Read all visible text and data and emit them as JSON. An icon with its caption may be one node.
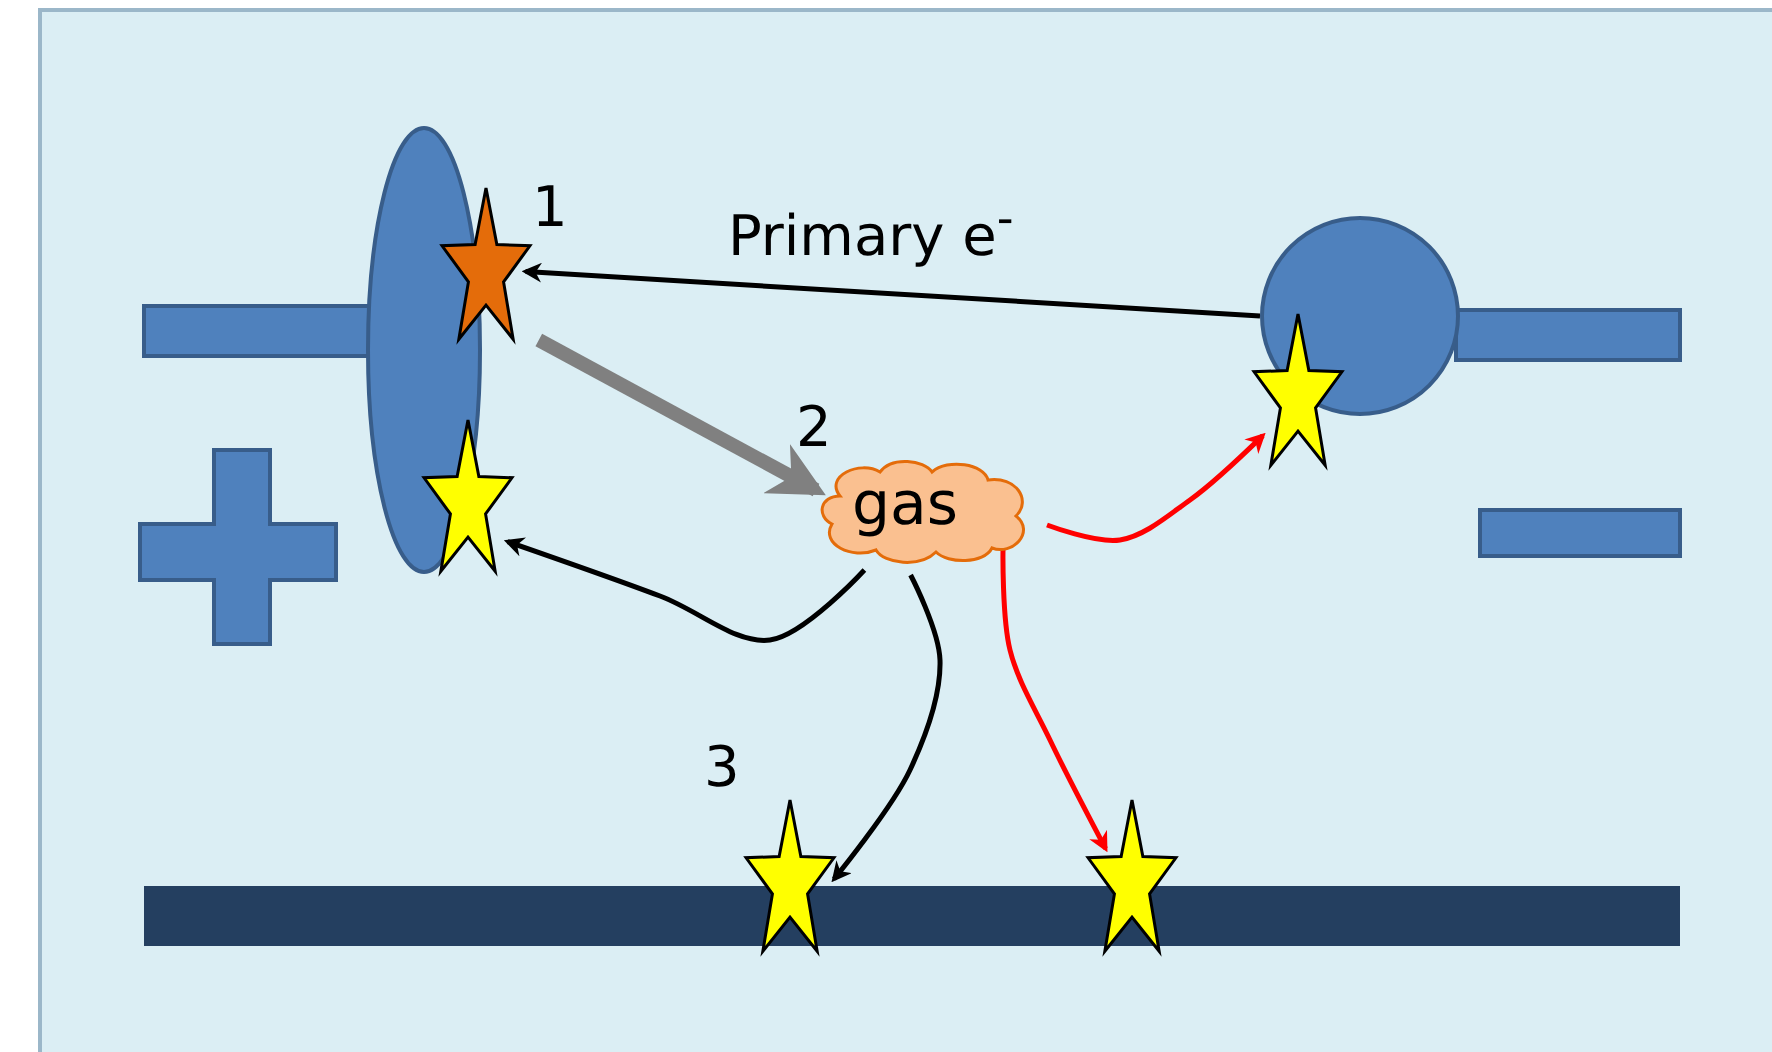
{
  "diagram": {
    "nodes": [
      {
        "text": [],
        "shape": "star"
      },
      {
        "text": [],
        "shape": "circle"
      },
      {
        "text": [
          "gas"
        ]
      },
      {
        "text": [],
        "shape": "star"
      },
      {
        "text": [],
        "shape": "star"
      },
      {
        "text": [],
        "shape": "star"
      },
      {
        "text": [],
        "shape": "star"
      }
    ],
    "edges": [
      {
        "from": 1,
        "to": 0,
        "arrow": "to",
        "label": "Primary e$^{-}$"
      },
      {
        "from": 0,
        "to": 2,
        "arrow": "to",
        "style": "thick",
        "color": "#808080"
      },
      {
        "from": 2,
        "to": 3,
        "arrow": "to"
      },
      {
        "from": 2,
        "to": 5,
        "arrow": "to"
      },
      {
        "from": 2,
        "to": 4,
        "arrow": "to",
        "color": "#ff0000"
      },
      {
        "from": 2,
        "to": 6,
        "arrow": "to",
        "color": "#ff0000"
      }
    ],
    "labels": [
      "1",
      "2",
      "3"
    ]
  }
}
